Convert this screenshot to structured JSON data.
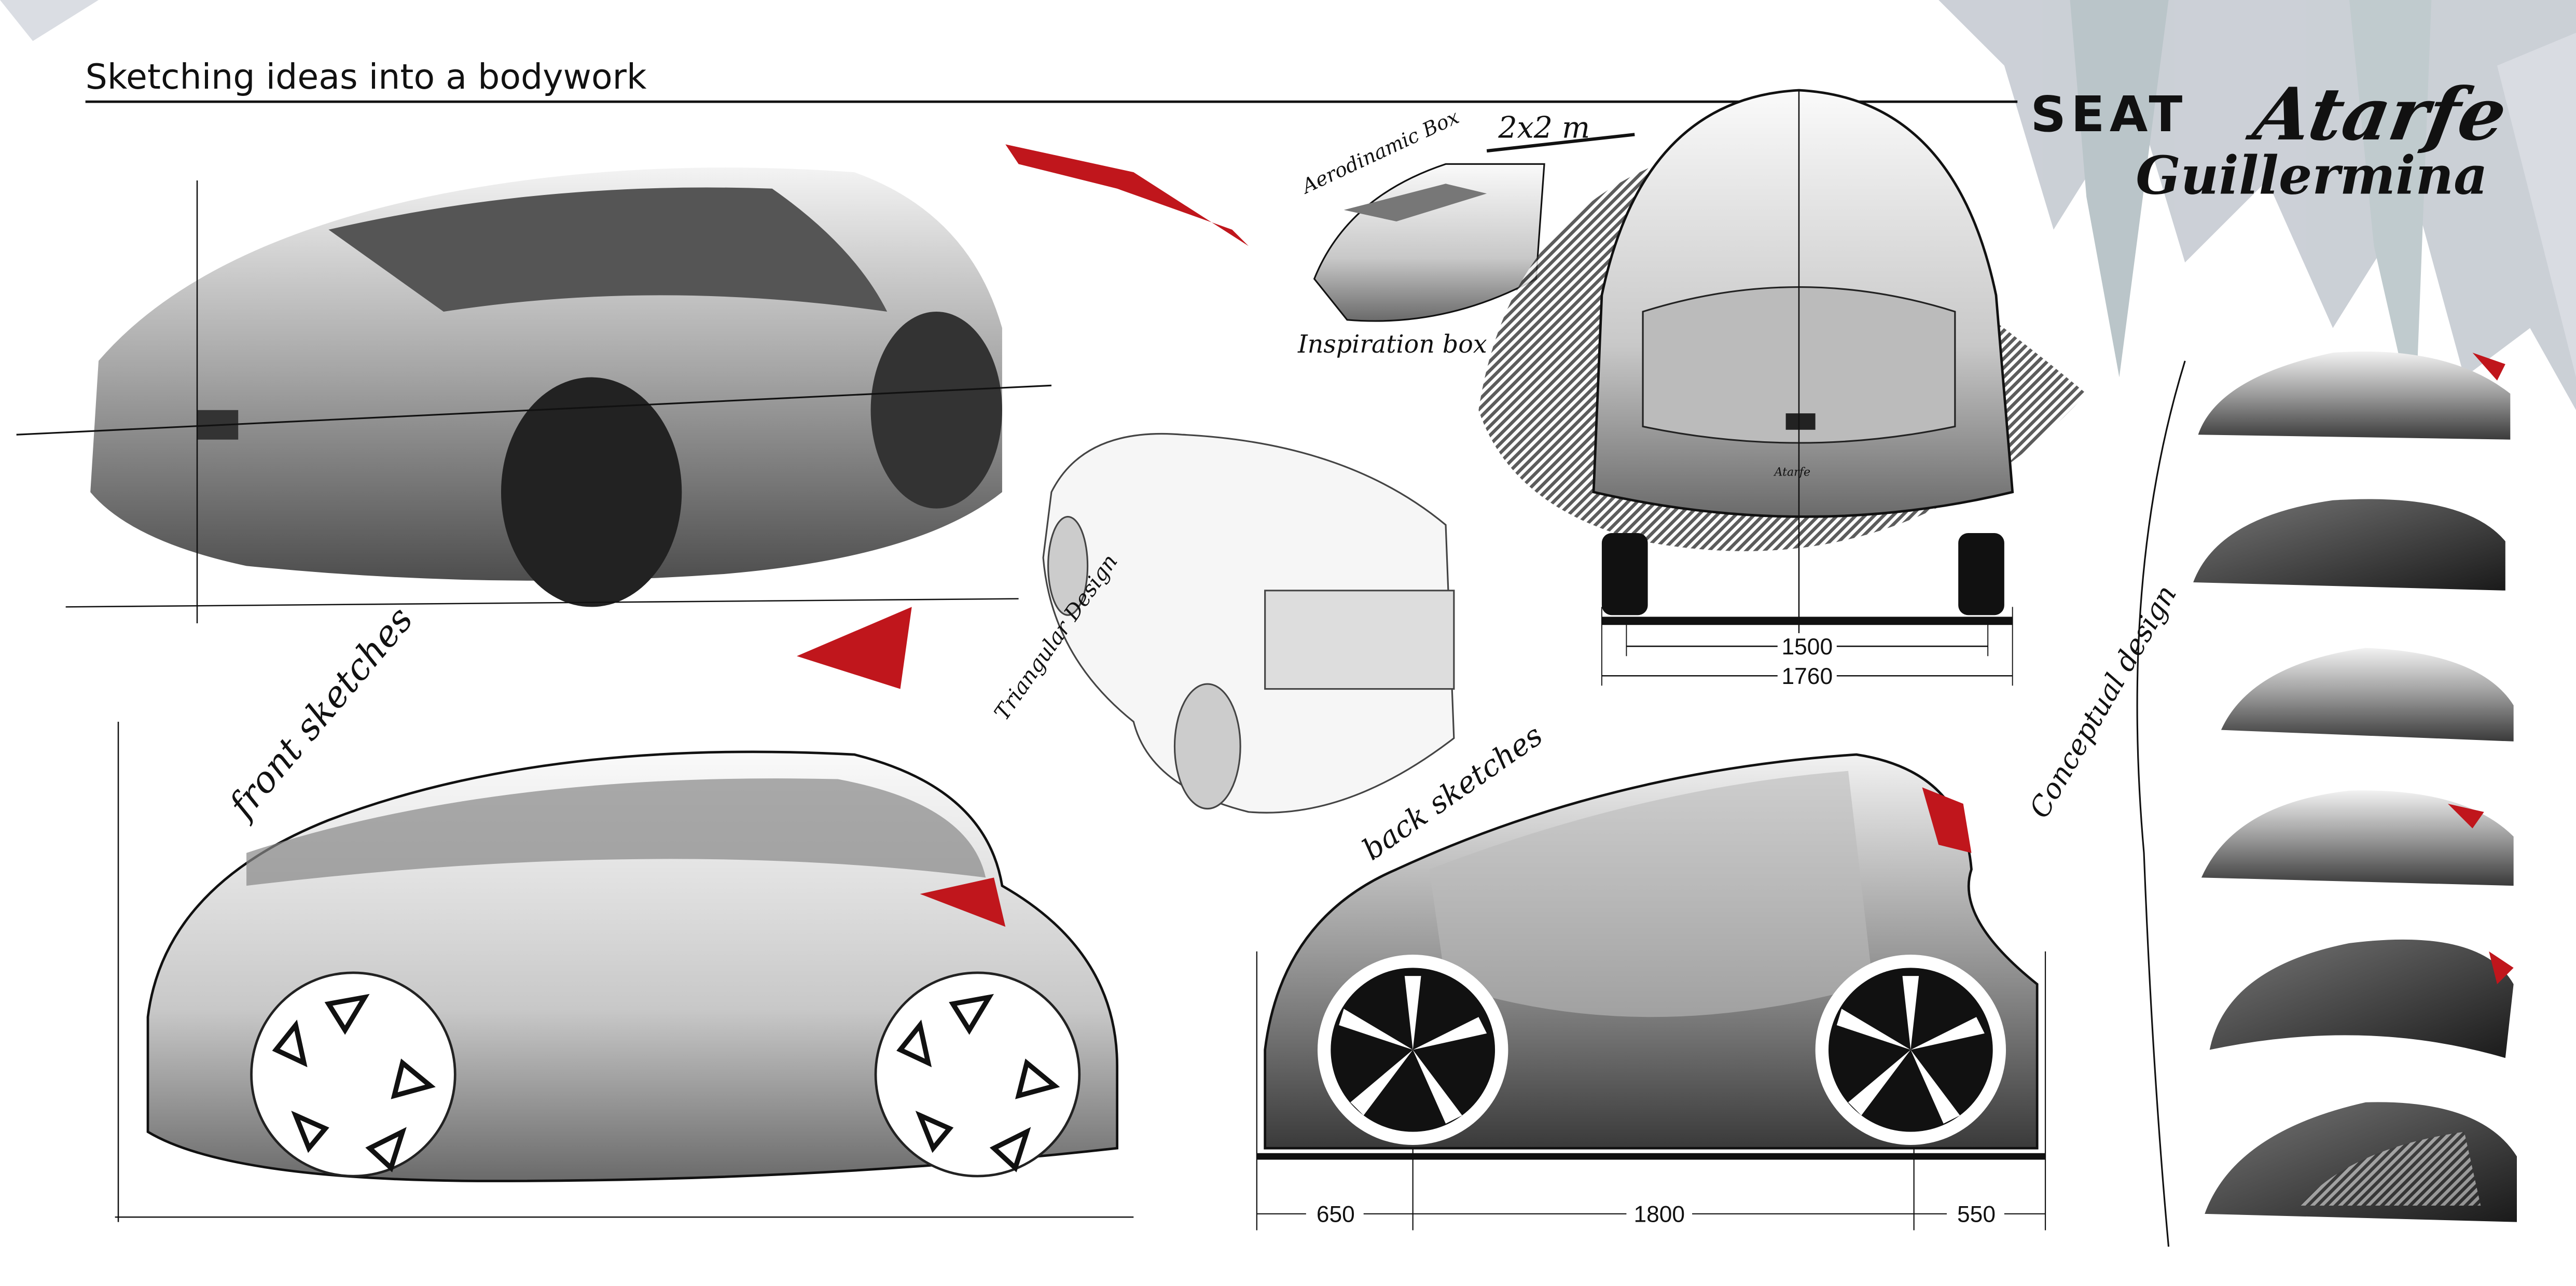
{
  "board": {
    "title": "Sketching ideas into a bodywork",
    "logo": {
      "brand": "SEAT",
      "model": "Atarfe",
      "designer": "Guillermina"
    },
    "annotations": {
      "aero_box": "Aerodinamic Box",
      "size": "2x2 m",
      "inspiration_box": "Inspiration box",
      "front_sketches": "front sketches",
      "triangular_design": "Triangular Design",
      "back_sketches": "back sketches",
      "conceptual_design": "Conceptual design",
      "rear_badge": "Atarfe"
    },
    "dimensions": {
      "track": "1500",
      "width": "1760",
      "front_overhang": "650",
      "wheelbase": "1800",
      "rear_overhang": "550"
    },
    "colors": {
      "accent_red": "#c0161c",
      "ink": "#111111",
      "shard_gray": "#c3c8d0"
    }
  }
}
